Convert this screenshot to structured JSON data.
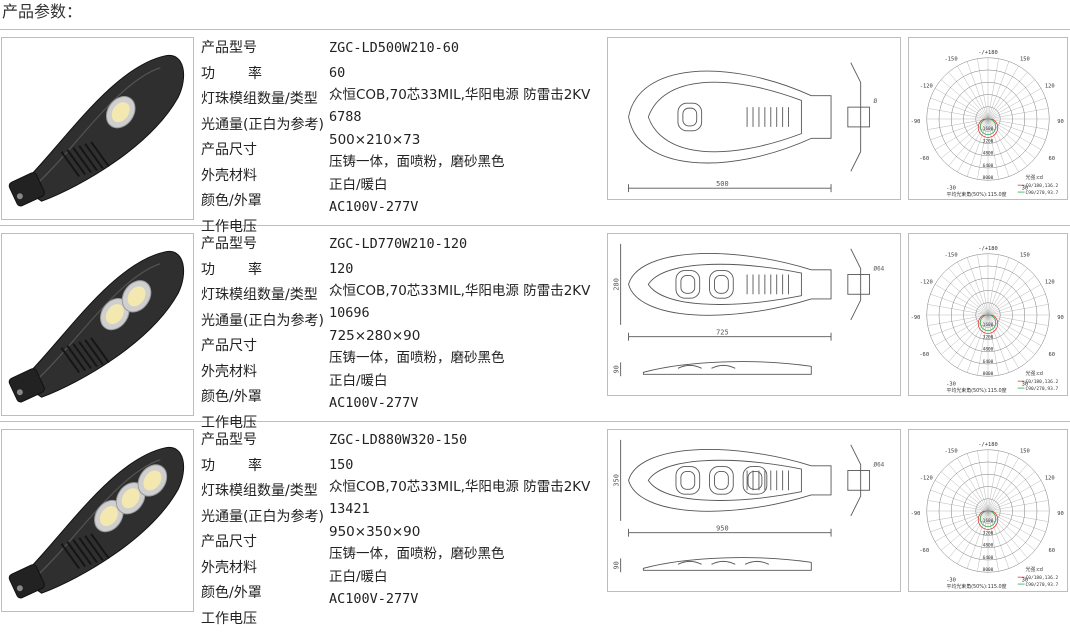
{
  "page": {
    "title": "产品参数："
  },
  "labels": {
    "model": "产品型号",
    "power_a": "功",
    "power_b": "率",
    "led_type": "灯珠模组数量/类型",
    "lumen": "光通量(正白为参考)",
    "size": "产品尺寸",
    "housing": "外壳材料",
    "color": "颜色/外罩",
    "voltage": "工作电压"
  },
  "products": [
    {
      "model": "ZGC-LD500W210-60",
      "power": "60",
      "led": "众恒COB,70芯33MIL,华阳电源  防雷击2KV",
      "lumen": "6788",
      "size": "500×210×73",
      "housing": "压铸一体，面喷粉，磨砂黑色",
      "color": "正白/暖白",
      "voltage": "AC100V-277V",
      "dims": {
        "length": "500",
        "side": "Ø"
      },
      "lens_count": 1
    },
    {
      "model": "ZGC-LD770W210-120",
      "power": "120",
      "led": "众恒COB,70芯33MIL,华阳电源  防雷击2KV",
      "lumen": "10696",
      "size": "725×280×90",
      "housing": "压铸一体，面喷粉，磨砂黑色",
      "color": "正白/暖白",
      "voltage": "AC100V-277V",
      "dims": {
        "length": "725",
        "width": "280",
        "height": "90",
        "side": "Ø64"
      },
      "lens_count": 2
    },
    {
      "model": "ZGC-LD880W320-150",
      "power": "150",
      "led": "众恒COB,70芯33MIL,华阳电源  防雷击2KV",
      "lumen": "13421",
      "size": "950×350×90",
      "housing": "压铸一体，面喷粉，磨砂黑色",
      "color": "正白/暖白",
      "voltage": "AC100V-277V",
      "dims": {
        "length": "950",
        "width": "350",
        "height": "90",
        "side": "Ø64"
      },
      "lens_count": 3
    }
  ],
  "polar": {
    "angles": [
      "-/+180",
      "-150",
      "150",
      "-120",
      "120",
      "-90",
      "90",
      "-60",
      "60",
      "-30",
      "30"
    ],
    "radial": [
      "1600",
      "3200",
      "4800",
      "6400",
      "8000"
    ],
    "legend_title": "光强:cd",
    "legend_c0": "C0/180,136.2",
    "legend_c90": "C90/270,93.7",
    "beam_angle": "平均光束角(50%):115.0度"
  },
  "colors": {
    "line": "#bdbdbd",
    "drawing": "#555555",
    "polar_red": "#e33b3b",
    "polar_green": "#2ea84a",
    "lamp_dark": "#2f2f2f",
    "lamp_light": "#f3e9b0"
  }
}
